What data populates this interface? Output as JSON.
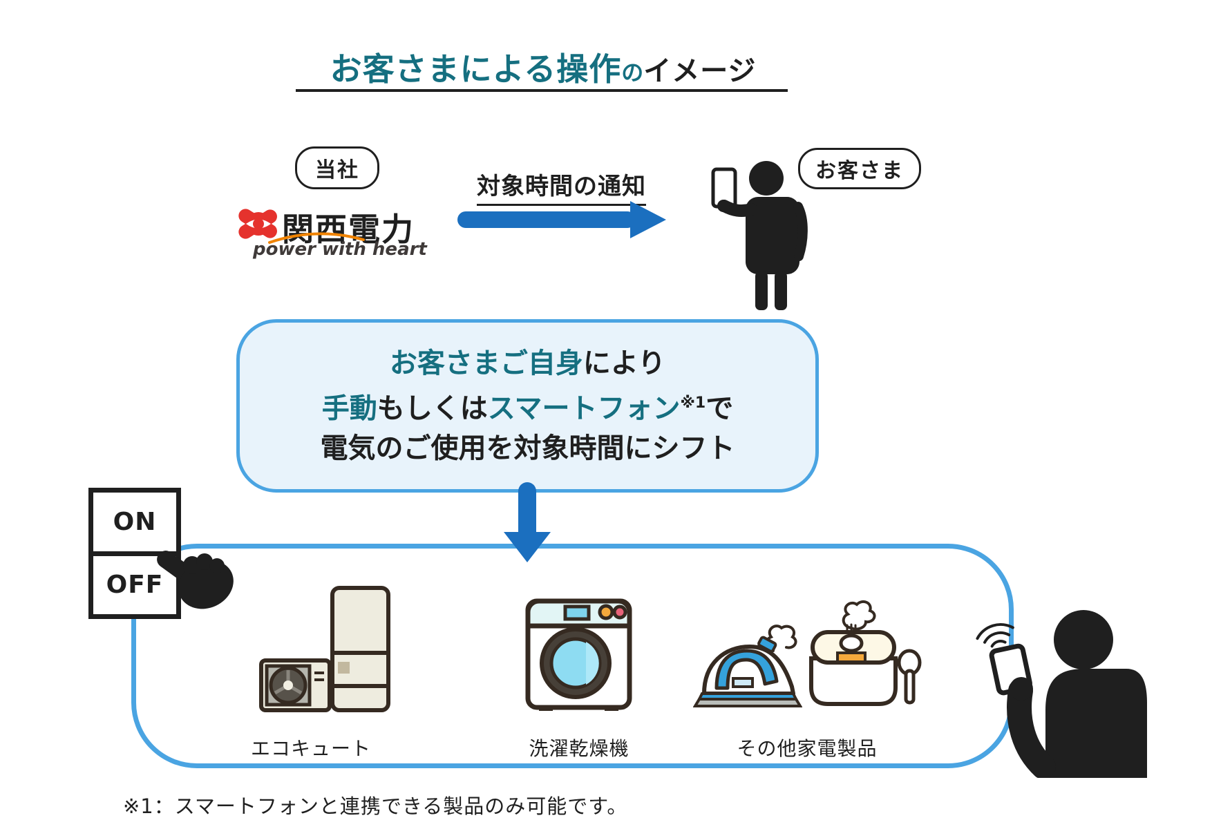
{
  "title": {
    "main": "お客さまによる操作",
    "particle": "の",
    "suffix": "イメージ"
  },
  "badges": {
    "company": "当社",
    "customer": "お客さま"
  },
  "logo": {
    "name": "関西電力",
    "tagline": "power with heart"
  },
  "notification": {
    "label": "対象時間の通知"
  },
  "action_box": {
    "line1_highlight": "お客さまご自身",
    "line1_rest": "により",
    "line2_seg1": "手動",
    "line2_seg2": "もしくは",
    "line2_seg3": "スマートフォン",
    "line2_note": "※1",
    "line2_seg4": "で",
    "line3": "電気のご使用を対象時間にシフト"
  },
  "switch": {
    "on": "ON",
    "off": "OFF"
  },
  "appliances": [
    {
      "label": "エコキュート"
    },
    {
      "label": "洗濯乾燥機"
    },
    {
      "label": "その他家電製品"
    }
  ],
  "footnote": "※1：スマートフォンと連携できる製品のみ可能です。",
  "icons": {
    "logo_mark": "kansai-electric-mark",
    "notify_arrow": "right-arrow",
    "shift_arrow": "down-arrow",
    "customer_person": "person-holding-smartphone",
    "pointing_hand": "pointing-hand",
    "onoff_switch": "on-off-switch",
    "ecocute": "heat-pump-water-heater",
    "washer": "drum-washer-dryer",
    "iron": "steam-iron",
    "rice_cooker": "rice-cooker",
    "smartphone_user": "person-using-smartphone",
    "wireless": "wireless-waves"
  },
  "colors": {
    "teal": "#156f80",
    "arrow_blue": "#1b6fbf",
    "box_border": "#4aa4e2",
    "box_fill": "#e8f3fb",
    "logo_red": "#e5322d",
    "tagline_orange": "#f08300",
    "ink": "#1f1f1f",
    "outline_brown": "#352a21",
    "appliance_cream": "#eeecdf",
    "washer_glass": "#8edcf2",
    "accent_blue": "#35a2dc",
    "knob_orange": "#f5a93c",
    "knob_pink": "#e8637a",
    "cooker_lid": "#fdf8e6"
  }
}
